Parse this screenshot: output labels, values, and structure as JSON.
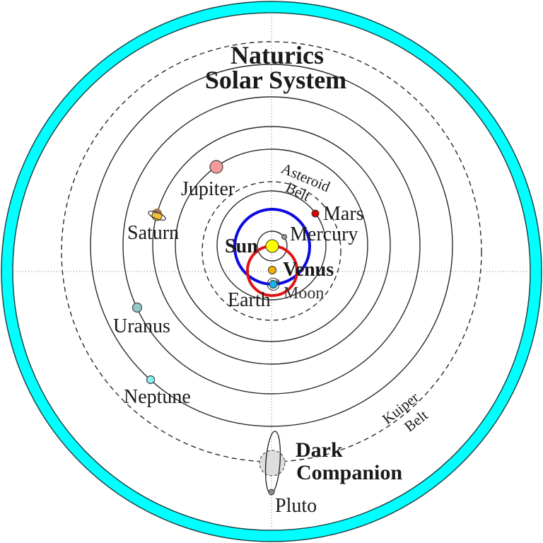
{
  "title": {
    "line1": "Naturics",
    "line2": "Solar System"
  },
  "bodies": {
    "sun": {
      "label": "Sun",
      "color": "#ffff00"
    },
    "mercury": {
      "label": "Mercury",
      "color": "#9a9a9a"
    },
    "venus": {
      "label": "Venus",
      "color": "#f2b200"
    },
    "earth": {
      "label": "Earth",
      "color": "#12b6ea"
    },
    "moon": {
      "label": "Moon",
      "color": "#6e6e6e"
    },
    "mars": {
      "label": "Mars",
      "color": "#e00000"
    },
    "jupiter": {
      "label": "Jupiter",
      "color": "#f59a9a"
    },
    "saturn": {
      "label": "Saturn",
      "color": "#f3c236"
    },
    "uranus": {
      "label": "Uranus",
      "color": "#8fc9c9"
    },
    "neptune": {
      "label": "Neptune",
      "color": "#86f2f2"
    },
    "pluto": {
      "label": "Pluto",
      "color": "#8a8a8a"
    }
  },
  "belts": {
    "asteroid": {
      "line1": "Asteroid",
      "line2": "Belt"
    },
    "kuiper": {
      "line1": "Kuiper",
      "line2": "Belt"
    }
  },
  "dark_companion": {
    "line1": "Dark",
    "line2": "Companion",
    "color": "#dddddd"
  },
  "colors": {
    "outer_ring": "#00ffff",
    "sun_path_circle": "#e01414",
    "earth_orbit_circle": "#0a0ae0"
  }
}
